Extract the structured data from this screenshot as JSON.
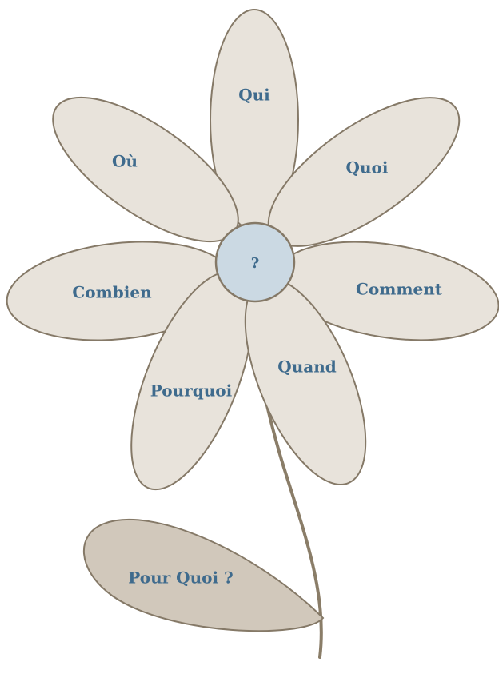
{
  "center": {
    "label": "?"
  },
  "petals": [
    {
      "id": "qui",
      "label": "Qui"
    },
    {
      "id": "quoi",
      "label": "Quoi"
    },
    {
      "id": "comment",
      "label": "Comment"
    },
    {
      "id": "quand",
      "label": "Quand"
    },
    {
      "id": "pourquoi",
      "label": "Pourquoi"
    },
    {
      "id": "combien",
      "label": "Combien"
    },
    {
      "id": "ou",
      "label": "Où"
    }
  ],
  "leaf": {
    "label": "Pour Quoi ?"
  },
  "colors": {
    "petal_fill": "#e8e3db",
    "petal_stroke": "#857967",
    "leaf_fill": "#d1c8bb",
    "center_fill": "#cbd9e3",
    "stem": "#8a7d68",
    "text": "#3f6b8d"
  }
}
